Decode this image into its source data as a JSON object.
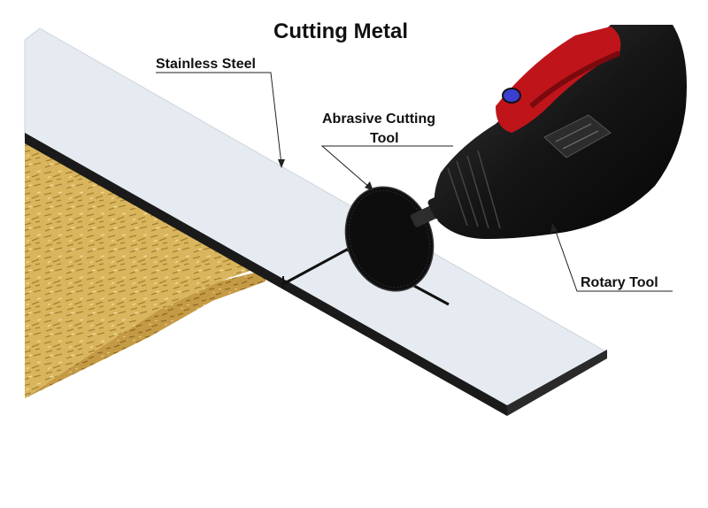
{
  "diagram": {
    "title": "Cutting Metal",
    "labels": {
      "stainless_steel": "Stainless Steel",
      "abrasive_tool_line1": "Abrasive Cutting",
      "abrasive_tool_line2": "Tool",
      "rotary_tool": "Rotary Tool"
    },
    "colors": {
      "background": "#ffffff",
      "steel_sheet": "#e6eaf1",
      "steel_edge": "#1a1a1a",
      "osb_wood": "#d6b25a",
      "osb_dark": "#a8812f",
      "tool_body": "#151515",
      "tool_accent": "#c0141b",
      "tool_button": "#3a3fd0"
    },
    "icons": [
      "cutoff-wheel-icon",
      "rotary-tool-icon"
    ]
  }
}
